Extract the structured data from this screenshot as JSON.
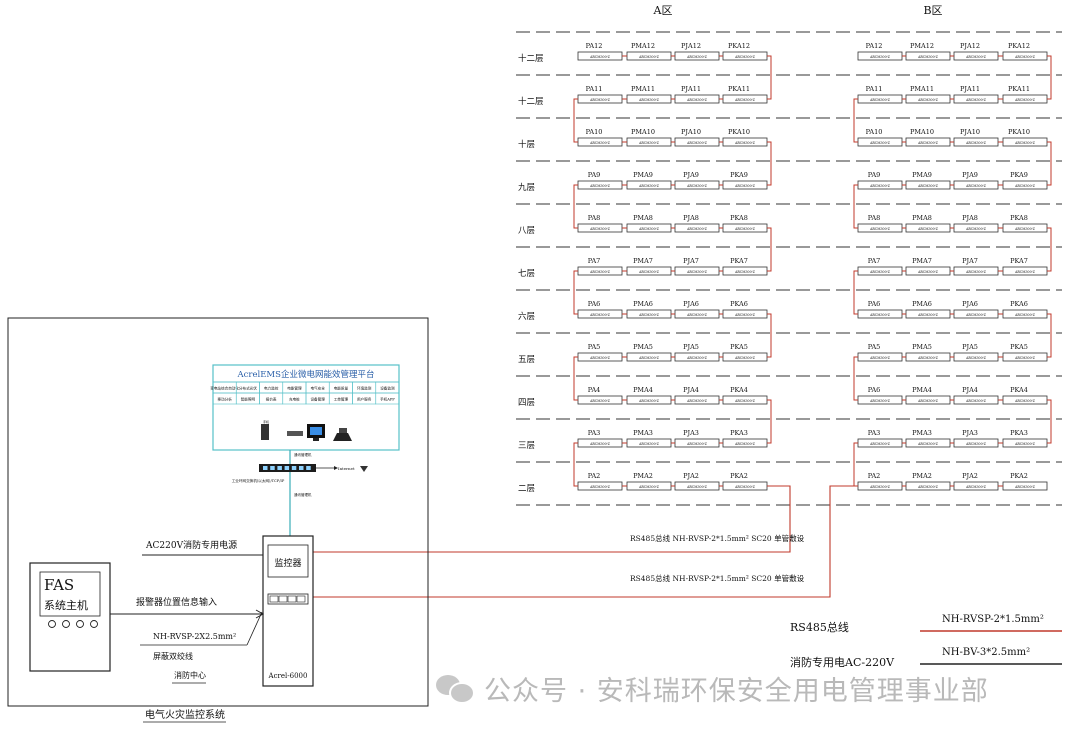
{
  "zones": {
    "a": "A区",
    "b": "B区"
  },
  "floors": [
    "十二层",
    "十二层",
    "十层",
    "九层",
    "八层",
    "七层",
    "六层",
    "五层",
    "四层",
    "三层",
    "二层"
  ],
  "rows": [
    {
      "a": [
        "PA12",
        "PMA12",
        "PJA12",
        "PKA12"
      ],
      "b": [
        "PA12",
        "PMA12",
        "PJA12",
        "PKA12"
      ]
    },
    {
      "a": [
        "PA11",
        "PMA11",
        "PJA11",
        "PKA11"
      ],
      "b": [
        "PA11",
        "PMA11",
        "PJA11",
        "PKA11"
      ]
    },
    {
      "a": [
        "PA10",
        "PMA10",
        "PJA10",
        "PKA10"
      ],
      "b": [
        "PA10",
        "PMA10",
        "PJA10",
        "PKA10"
      ]
    },
    {
      "a": [
        "PA9",
        "PMA9",
        "PJA9",
        "PKA9"
      ],
      "b": [
        "PA9",
        "PMA9",
        "PJA9",
        "PKA9"
      ]
    },
    {
      "a": [
        "PA8",
        "PMA8",
        "PJA8",
        "PKA8"
      ],
      "b": [
        "PA8",
        "PMA8",
        "PJA8",
        "PKA8"
      ]
    },
    {
      "a": [
        "PA7",
        "PMA7",
        "PJA7",
        "PKA7"
      ],
      "b": [
        "PA7",
        "PMA7",
        "PJA7",
        "PKA7"
      ]
    },
    {
      "a": [
        "PA6",
        "PMA6",
        "PJA6",
        "PKA6"
      ],
      "b": [
        "PA6",
        "PMA6",
        "PJA6",
        "PKA6"
      ]
    },
    {
      "a": [
        "PA5",
        "PMA5",
        "PJA5",
        "PKA5"
      ],
      "b": [
        "PA5",
        "PMA5",
        "PJA5",
        "PKA5"
      ]
    },
    {
      "a": [
        "PA4",
        "PMA4",
        "PJA4",
        "PKA4"
      ],
      "b": [
        "PA6",
        "PMA4",
        "PJA4",
        "PKA4"
      ]
    },
    {
      "a": [
        "PA3",
        "PMA3",
        "PJA3",
        "PKA3"
      ],
      "b": [
        "PA3",
        "PMA3",
        "PJA3",
        "PKA3"
      ]
    },
    {
      "a": [
        "PA2",
        "PMA2",
        "PJA2",
        "PKA2"
      ],
      "b": [
        "PA2",
        "PMA2",
        "PJA2",
        "PKA2"
      ]
    }
  ],
  "device_model": "ARCM300-Z",
  "platform": {
    "title": "AcrelEMS企业微电网能效管理平台",
    "row1": [
      "变电站综合自动化",
      "分布式光伏",
      "电力监控",
      "电能管理",
      "电气安全",
      "电能质量",
      "环境监测",
      "设备监测"
    ],
    "row2": [
      "移动分析",
      "智能照明",
      "报价表",
      "充电桩",
      "设备管理",
      "工单管理",
      "用户服务",
      "手机APP"
    ],
    "link_label": "通讯管理机",
    "switch_caption": "工业环网交换机(以太网)/TCP/IP",
    "internet": "Internet"
  },
  "system": {
    "power_label": "AC220V消防专用电源",
    "fas_title": "FAS",
    "fas_subtitle": "系统主机",
    "alarm_input": "报警器位置信息输入",
    "cable_spec": "NH-RVSP-2X2.5mm²",
    "shield_label": "屏蔽双绞线",
    "fire_center": "消防中心",
    "monitor_label": "监控器",
    "model_label": "Acrel-6000",
    "system_title": "电气火灾监控系统"
  },
  "bus_labels": {
    "upper": "RS485总线  NH-RVSP-2*1.5mm²  SC20 单管敷设",
    "lower": "RS485总线  NH-RVSP-2*1.5mm²  SC20 单管敷设"
  },
  "legend": {
    "bus_label": "RS485总线",
    "bus_spec": "NH-RVSP-2*1.5mm²",
    "power_label": "消防专用电AC-220V",
    "power_spec": "NH-BV-3*2.5mm²"
  },
  "colors": {
    "bus": "#c0392b",
    "link": "#3aaeb8",
    "platform_border": "#56c0c8",
    "platform_title": "#2a5fa8"
  },
  "watermark": "公众号 · 安科瑞环保安全用电管理事业部"
}
